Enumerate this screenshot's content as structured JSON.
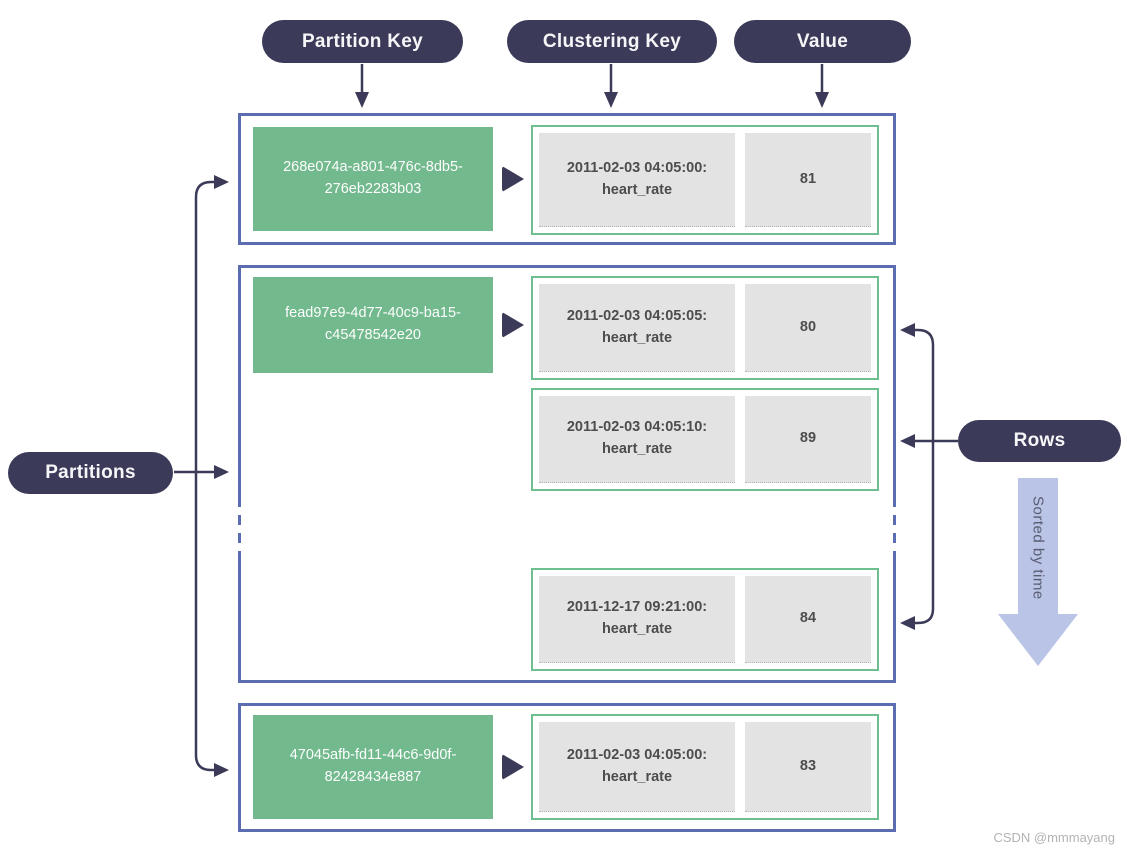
{
  "diagram": {
    "top_labels": [
      {
        "label": "Partition Key"
      },
      {
        "label": "Clustering Key"
      },
      {
        "label": "Value"
      }
    ],
    "left_label": "Partitions",
    "right_label": "Rows",
    "sort_arrow_label": "Sorted by time",
    "watermark": "CSDN @mmmayang",
    "partitions": [
      {
        "key": "268e074a-a801-476c-8db5-276eb2283b03",
        "key_line1": "268e074a-a801-476c-8db5-",
        "key_line2": "276eb2283b03",
        "rows": [
          {
            "clustering_key": "2011-02-03 04:05:00:",
            "metric": "heart_rate",
            "value": "81"
          }
        ]
      },
      {
        "key": "fead97e9-4d77-40c9-ba15-c45478542e20",
        "key_line1": "fead97e9-4d77-40c9-ba15-",
        "key_line2": "c45478542e20",
        "rows": [
          {
            "clustering_key": "2011-02-03 04:05:05:",
            "metric": "heart_rate",
            "value": "80"
          },
          {
            "clustering_key": "2011-02-03 04:05:10:",
            "metric": "heart_rate",
            "value": "89"
          },
          {
            "clustering_key": "2011-12-17 09:21:00:",
            "metric": "heart_rate",
            "value": "84"
          }
        ]
      },
      {
        "key": "47045afb-fd11-44c6-9d0f-82428434e887",
        "key_line1": "47045afb-fd11-44c6-9d0f-",
        "key_line2": "82428434e887",
        "rows": [
          {
            "clustering_key": "2011-02-03 04:05:00:",
            "metric": "heart_rate",
            "value": "83"
          }
        ]
      }
    ],
    "colors": {
      "pill_navy": "#3b3b59",
      "box_border_blue": "#5b6cb0",
      "partition_key_green": "#72ba8e",
      "row_border_green": "#6dbf90",
      "cell_gray": "#e3e3e3",
      "sort_arrow_lavender": "#b9c4e6"
    }
  }
}
